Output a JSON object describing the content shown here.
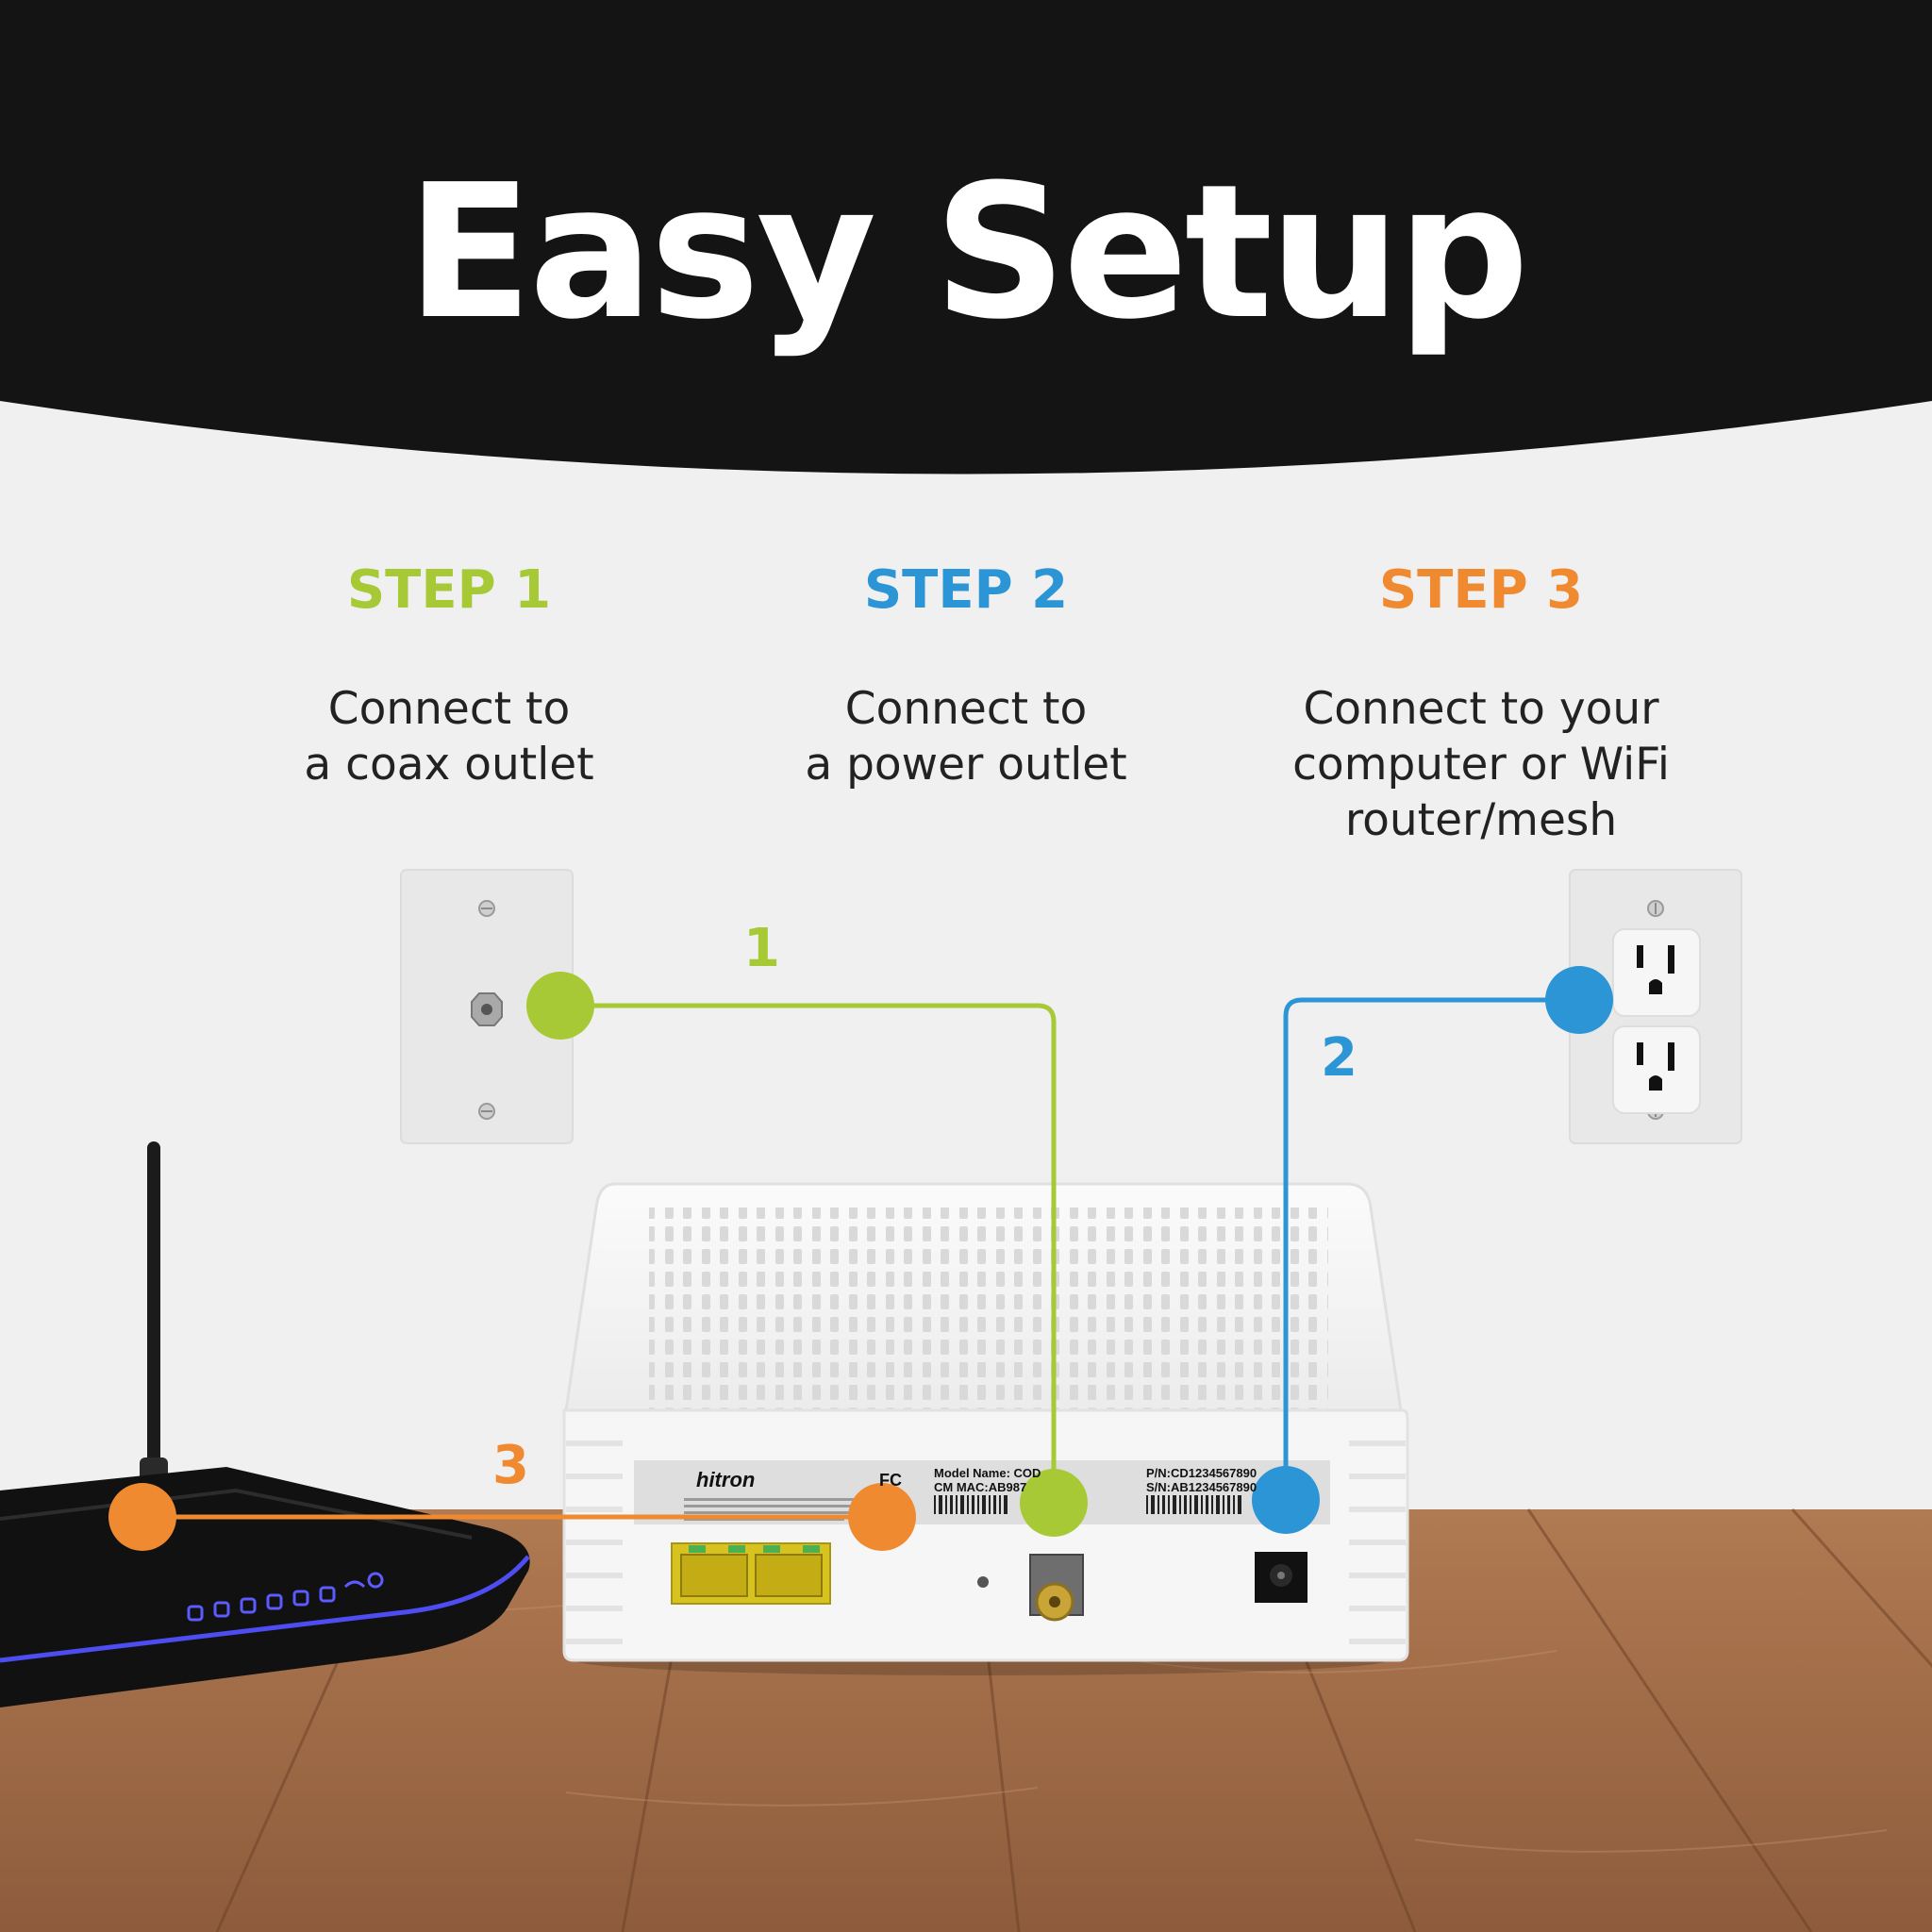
{
  "title": "Easy Setup",
  "colors": {
    "banner": "#141414",
    "background": "#f0f0f0",
    "step1": "#a6c935",
    "step2": "#2c95d6",
    "step3": "#f08a30",
    "router_led": "#5b5bff"
  },
  "steps": [
    {
      "heading": "STEP 1",
      "description": "Connect to\na coax outlet",
      "color": "#a6c935"
    },
    {
      "heading": "STEP 2",
      "description": "Connect to\na power outlet",
      "color": "#2c95d6"
    },
    {
      "heading": "STEP 3",
      "description": "Connect to your\ncomputer or WiFi\nrouter/mesh",
      "color": "#f08a30"
    }
  ],
  "connections": [
    {
      "number": "1",
      "from": "coax wall outlet",
      "to": "modem coax port"
    },
    {
      "number": "2",
      "from": "power wall outlet",
      "to": "modem power port"
    },
    {
      "number": "3",
      "from": "wifi router",
      "to": "modem ethernet port"
    }
  ],
  "modem_label": {
    "brand": "hitron",
    "model_name": "Model Name: COD",
    "cm_mac": "CM MAC:AB987",
    "pn": "P/N:CD1234567890",
    "sn": "S/N:AB1234567890",
    "fcc": "FC"
  }
}
